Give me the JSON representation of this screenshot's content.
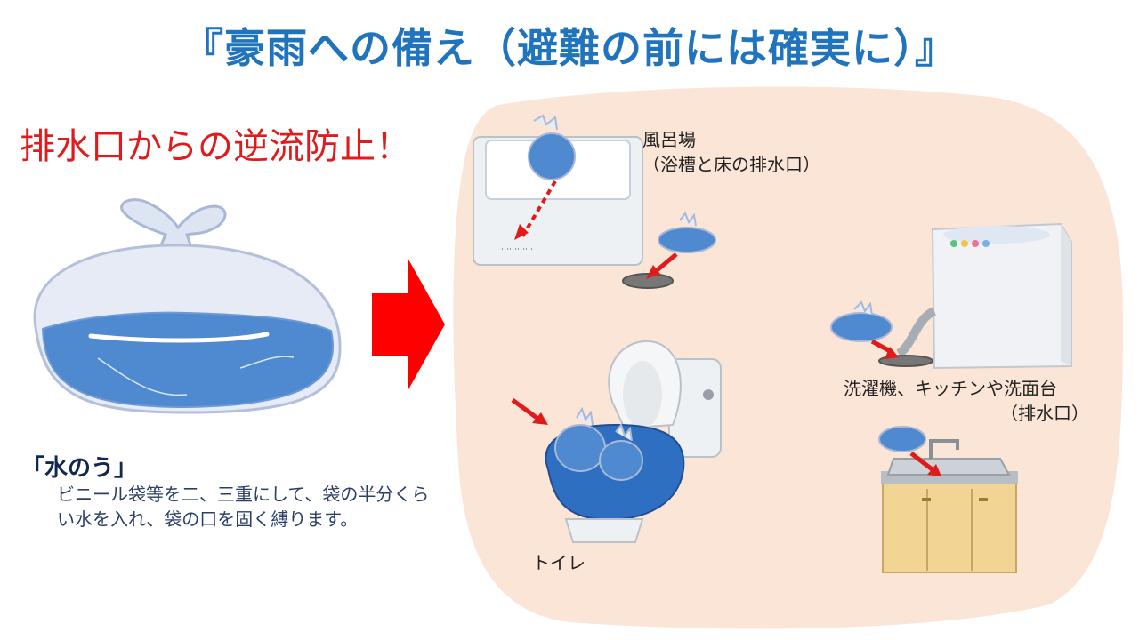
{
  "title": "『豪雨への備え（避難の前には確実に）』",
  "headline": "排水口からの逆流防止！",
  "water_bag": {
    "name": "「水のう」",
    "description": "ビニール袋等を二、三重にして、袋の半分くらい水を入れ、袋の口を固く縛ります。"
  },
  "locations": {
    "bath_line1": "風呂場",
    "bath_line2": "（浴槽と床の排水口）",
    "washer_line1": "洗濯機、キッチンや洗面台",
    "washer_line2": "（排水口）",
    "toilet": "トイレ"
  },
  "colors": {
    "title": "#1f74bd",
    "headline": "#e01b1b",
    "panel": "#fbe5d6",
    "water": "#4a86cf",
    "arrow": "#ff0000"
  }
}
